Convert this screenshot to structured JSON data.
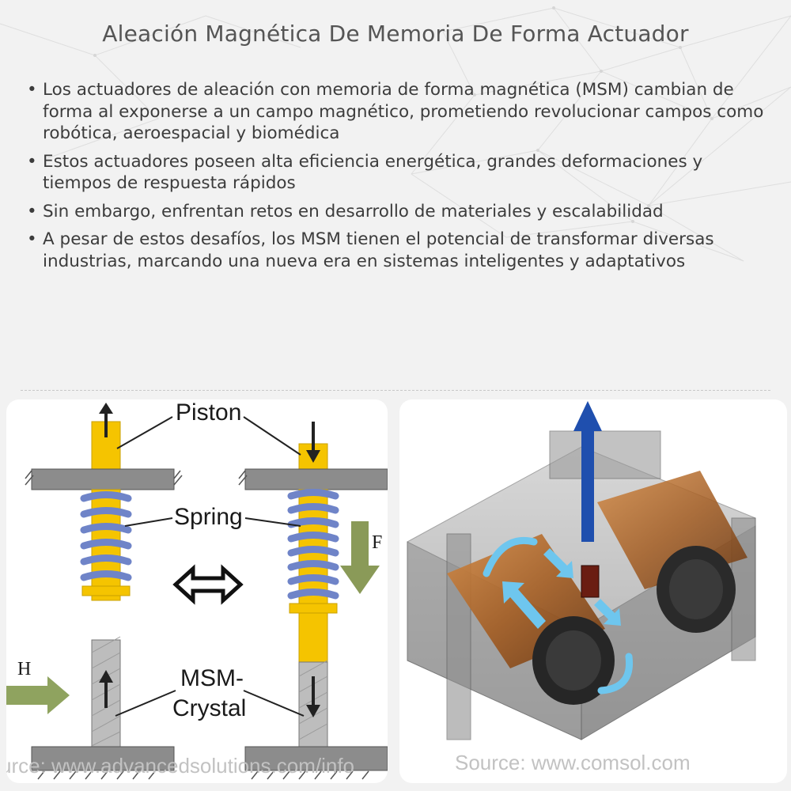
{
  "page": {
    "title": "Aleación Magnética De Memoria De Forma Actuador",
    "bullets": [
      "Los actuadores de aleación con memoria de forma magnética (MSM) cambian de forma al exponerse a un campo magnético, prometiendo revolucionar campos como robótica, aeroespacial y biomédica",
      "Estos actuadores poseen alta eficiencia energética, grandes deformaciones y tiempos de respuesta rápidos",
      "Sin embargo, enfrentan retos en desarrollo de materiales y escalabilidad",
      "A pesar de estos desafíos, los MSM tienen el potencial de transformar diversas industrias, marcando una nueva era en sistemas inteligentes y adaptativos"
    ],
    "bullet_glyph": "•"
  },
  "left_diagram": {
    "piston_label": "Piston",
    "spring_label": "Spring",
    "msm_label_line1": "MSM-",
    "msm_label_line2": "Crystal",
    "force_label": "F",
    "field_label": "H",
    "source": "urce: www.advancedsolutions.com/info",
    "colors": {
      "piston": "#f5c400",
      "spring": "#6f84c8",
      "crystal": "#b8b8b8",
      "plate": "#8c8c8c",
      "force_arrow": "#8a9a58",
      "field_arrow": "#8fa35f"
    }
  },
  "right_diagram": {
    "source": "Source: www.comsol.com",
    "colors": {
      "coil": "#b06a2c",
      "arrow_up": "#1f4fae",
      "flux_arrow": "#6ec6ee",
      "housing": "#9a9a9a"
    }
  }
}
